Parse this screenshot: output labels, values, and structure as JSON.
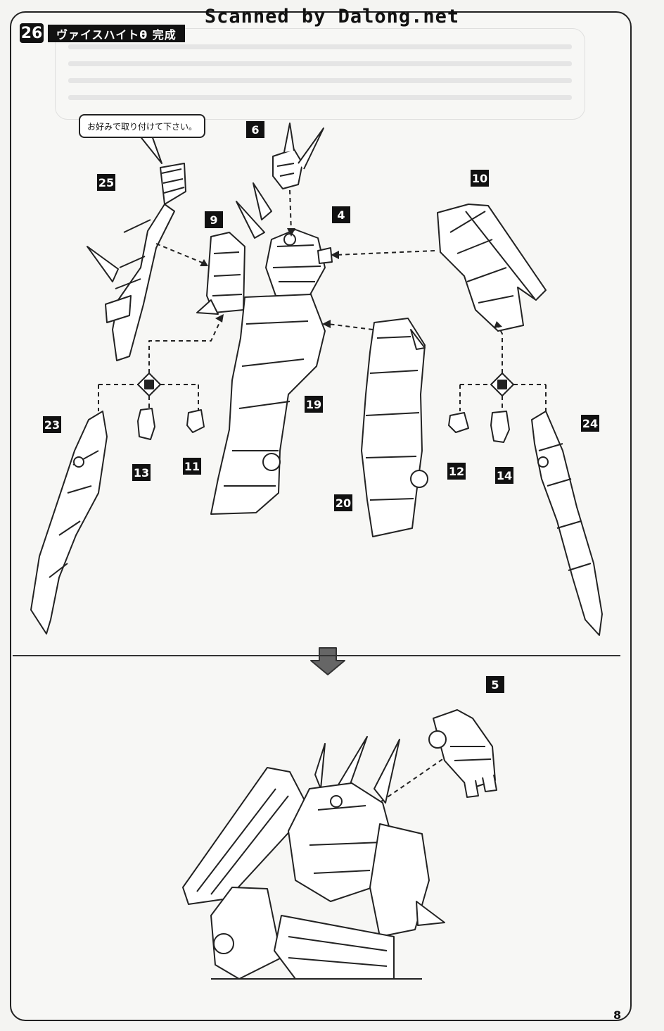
{
  "watermark": "Scanned by Dalong.net",
  "step": {
    "number": "26",
    "title": "ヴァイスハイトθ 完成"
  },
  "callout": "お好みで取り付けて下さい。",
  "part_labels": {
    "p6": "6",
    "p25": "25",
    "p9": "9",
    "p4": "4",
    "p10": "10",
    "p23": "23",
    "p13": "13",
    "p11": "11",
    "p19": "19",
    "p20": "20",
    "p12": "12",
    "p14": "14",
    "p24": "24",
    "p5": "5"
  },
  "page_number": "8"
}
